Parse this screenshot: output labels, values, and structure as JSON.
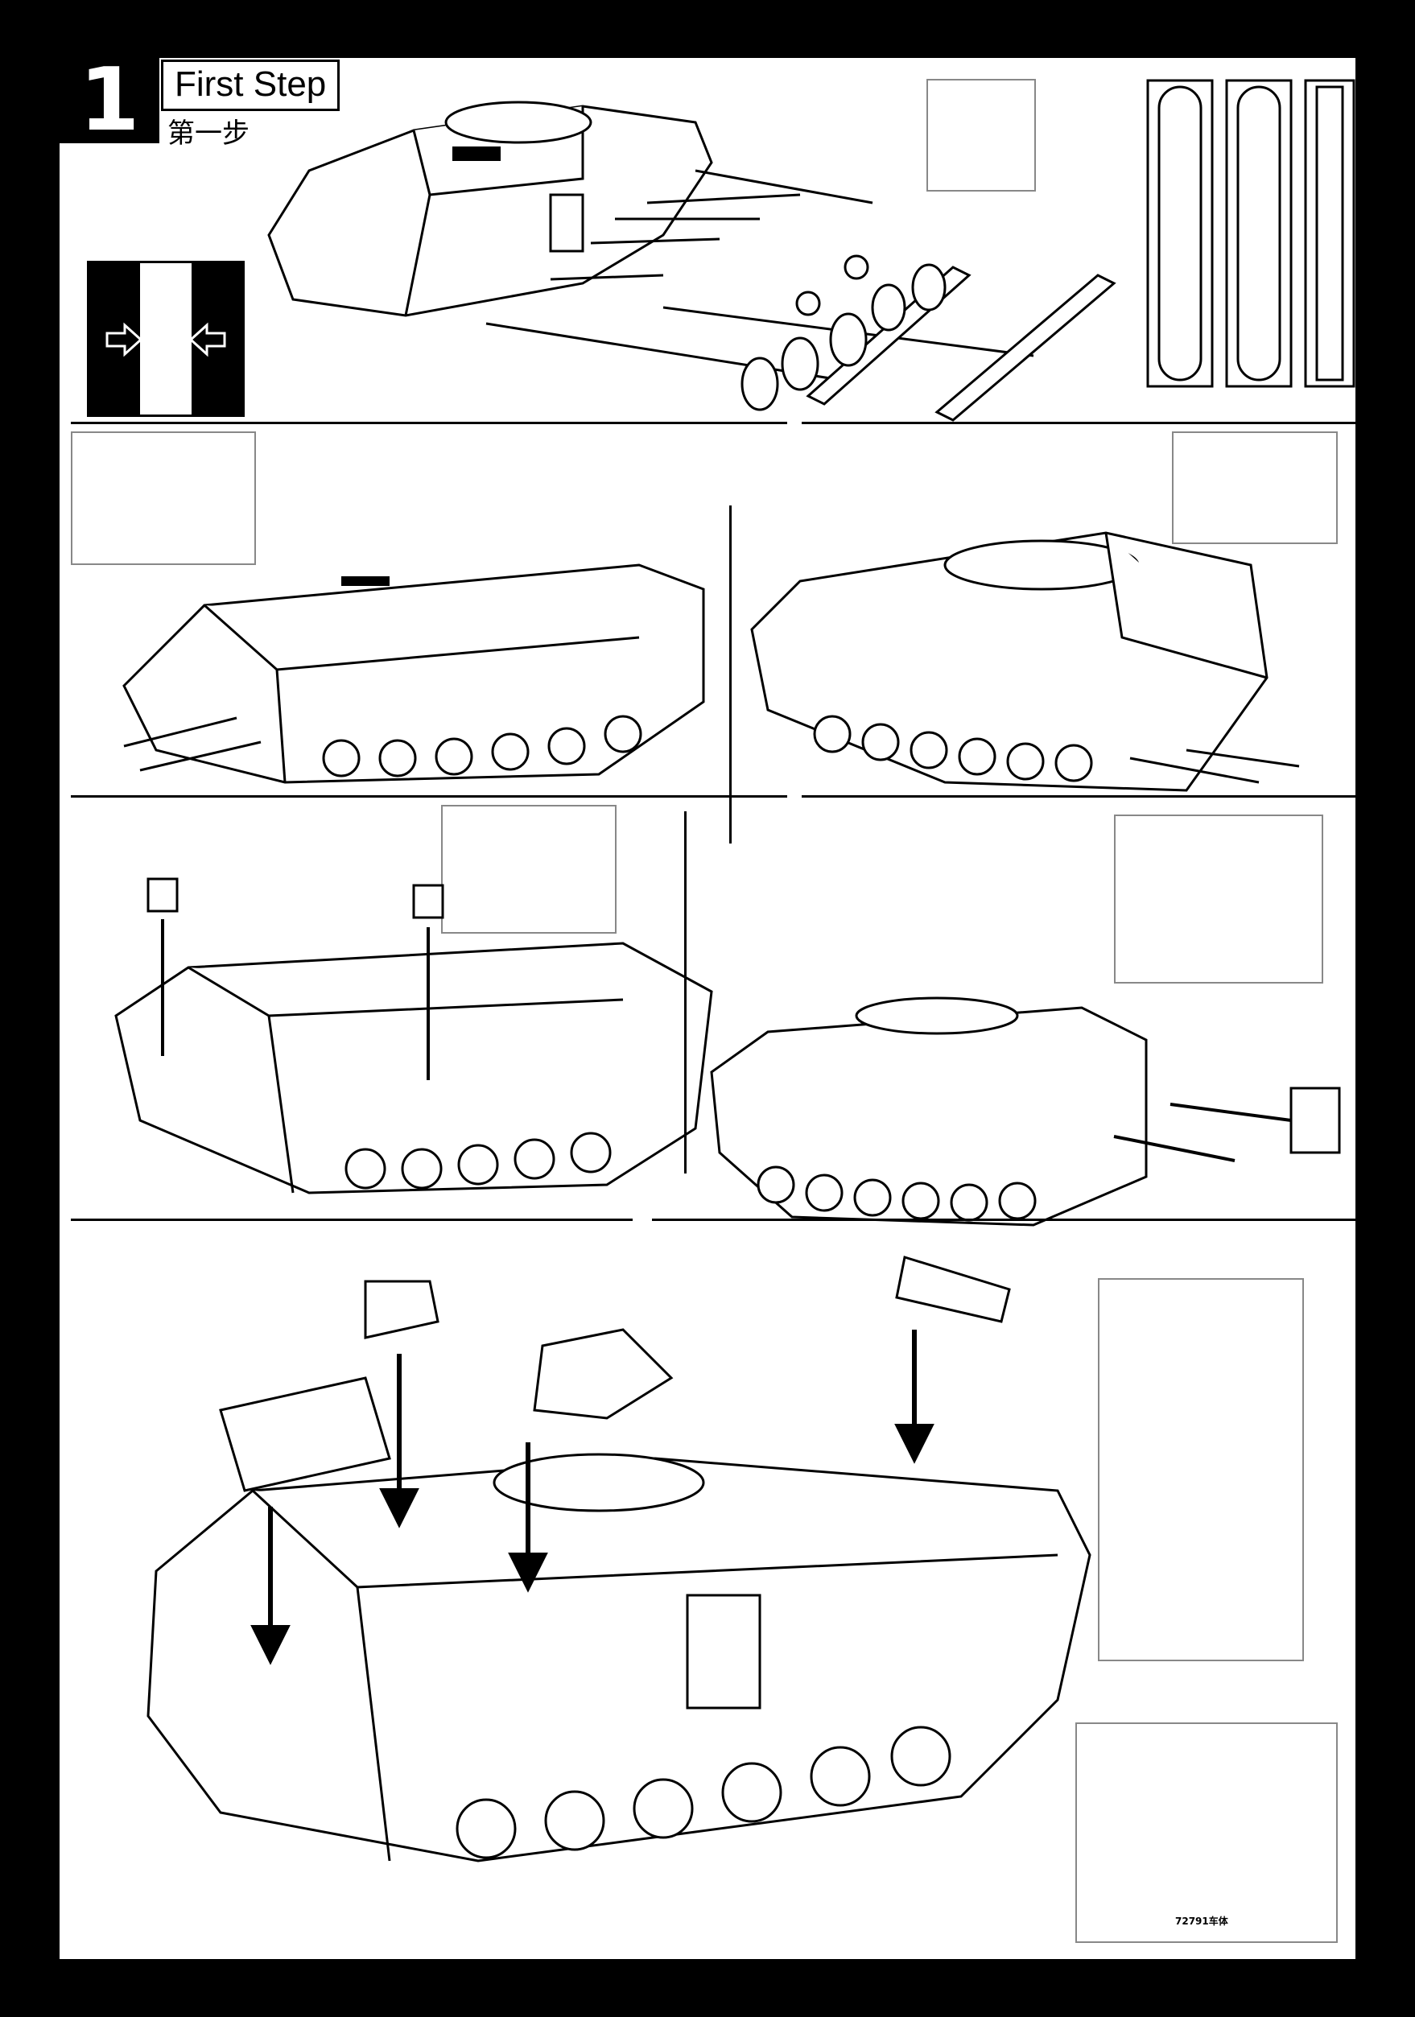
{
  "step": {
    "number": "1",
    "title": "First Step",
    "subtitle": "第一步"
  },
  "sprue_code": "72791车体"
}
